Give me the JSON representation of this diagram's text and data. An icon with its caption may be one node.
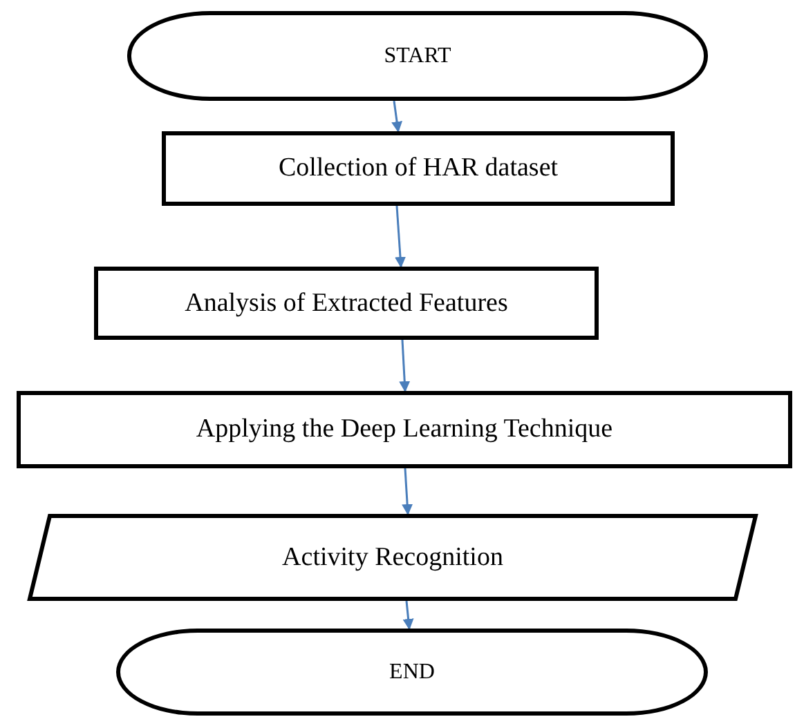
{
  "diagram": {
    "nodes": [
      {
        "text": [
          "START"
        ]
      },
      {
        "text": [
          "Collection of HAR dataset"
        ]
      },
      {
        "text": [
          "Analysis of Extracted Features"
        ]
      },
      {
        "text": [
          "Applying the Deep Learning Technique"
        ]
      },
      {
        "text": [
          "Activity Recognition"
        ]
      },
      {
        "text": [
          "END"
        ]
      }
    ],
    "edges": [
      {
        "from": 0,
        "to": 1,
        "arrow": "to"
      },
      {
        "from": 1,
        "to": 2,
        "arrow": "to"
      },
      {
        "from": 2,
        "to": 3,
        "arrow": "to"
      },
      {
        "from": 3,
        "to": 4,
        "arrow": "to"
      },
      {
        "from": 4,
        "to": 5,
        "arrow": "to"
      }
    ]
  }
}
